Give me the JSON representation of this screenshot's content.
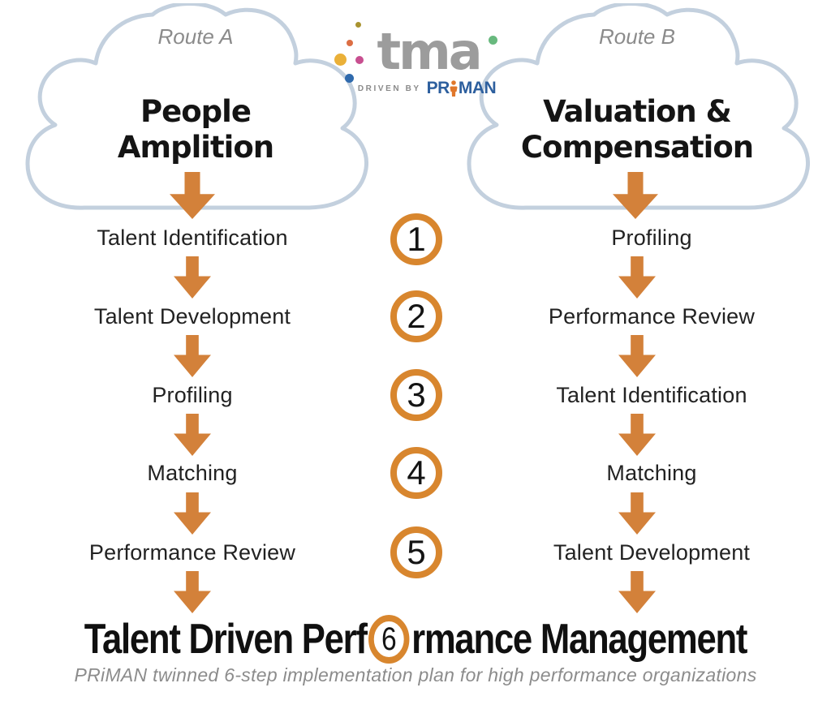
{
  "logo": {
    "text": "tma",
    "tagline_prefix": "DRIVEN BY",
    "brand_pre": "PR",
    "brand_post": "MAN",
    "brand_full": "PRiMAN"
  },
  "routes": [
    {
      "label": "Route A",
      "title_line1": "People",
      "title_line2": "Amplition",
      "steps": [
        "Talent Identification",
        "Talent Development",
        "Profiling",
        "Matching",
        "Performance Review"
      ]
    },
    {
      "label": "Route B",
      "title_line1": "Valuation &",
      "title_line2": "Compensation",
      "steps": [
        "Profiling",
        "Performance Review",
        "Talent Identification",
        "Matching",
        "Talent Development"
      ]
    }
  ],
  "step_numbers": [
    "1",
    "2",
    "3",
    "4",
    "5",
    "6"
  ],
  "bottom": {
    "title_prefix": "Talent Driven Perf",
    "title_suffix": "rmance Management",
    "subtitle": "PRiMAN twinned 6-step implementation plan for high performance organizations"
  },
  "colors": {
    "accent_orange": "#d3813a",
    "circle_ring_orange": "#d8862e",
    "cloud_outline": "#c3d0de",
    "text_black": "#141414",
    "gray_text": "#8b8b8b",
    "logo_gray": "#9c9c9c",
    "priman_blue": "#2d5f9e",
    "person_orange": "#e0772b",
    "dot_yellow": "#eab038",
    "dot_red_orange": "#dc6e44",
    "dot_pink": "#c84f90",
    "dot_blue": "#2f6aad",
    "dot_green": "#68b97e",
    "dot_olive": "#a9932f"
  }
}
